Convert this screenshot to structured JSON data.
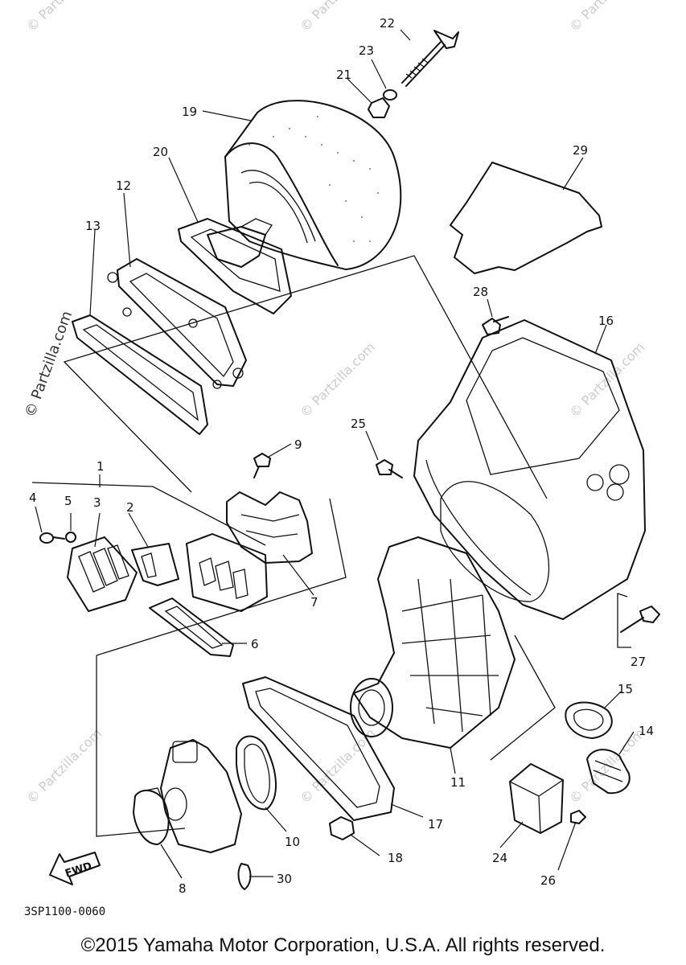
{
  "diagram": {
    "reference_code": "3SP1100-0060",
    "forward_arrow_label": "FWD",
    "watermark": "© Partzilla.com",
    "callouts": [
      "1",
      "2",
      "3",
      "4",
      "5",
      "6",
      "7",
      "8",
      "9",
      "10",
      "11",
      "12",
      "13",
      "14",
      "15",
      "16",
      "17",
      "18",
      "19",
      "20",
      "21",
      "22",
      "23",
      "24",
      "25",
      "26",
      "27",
      "28",
      "29",
      "30"
    ]
  },
  "footer": {
    "copyright": "©2015 Yamaha Motor Corporation, U.S.A. All rights reserved."
  }
}
